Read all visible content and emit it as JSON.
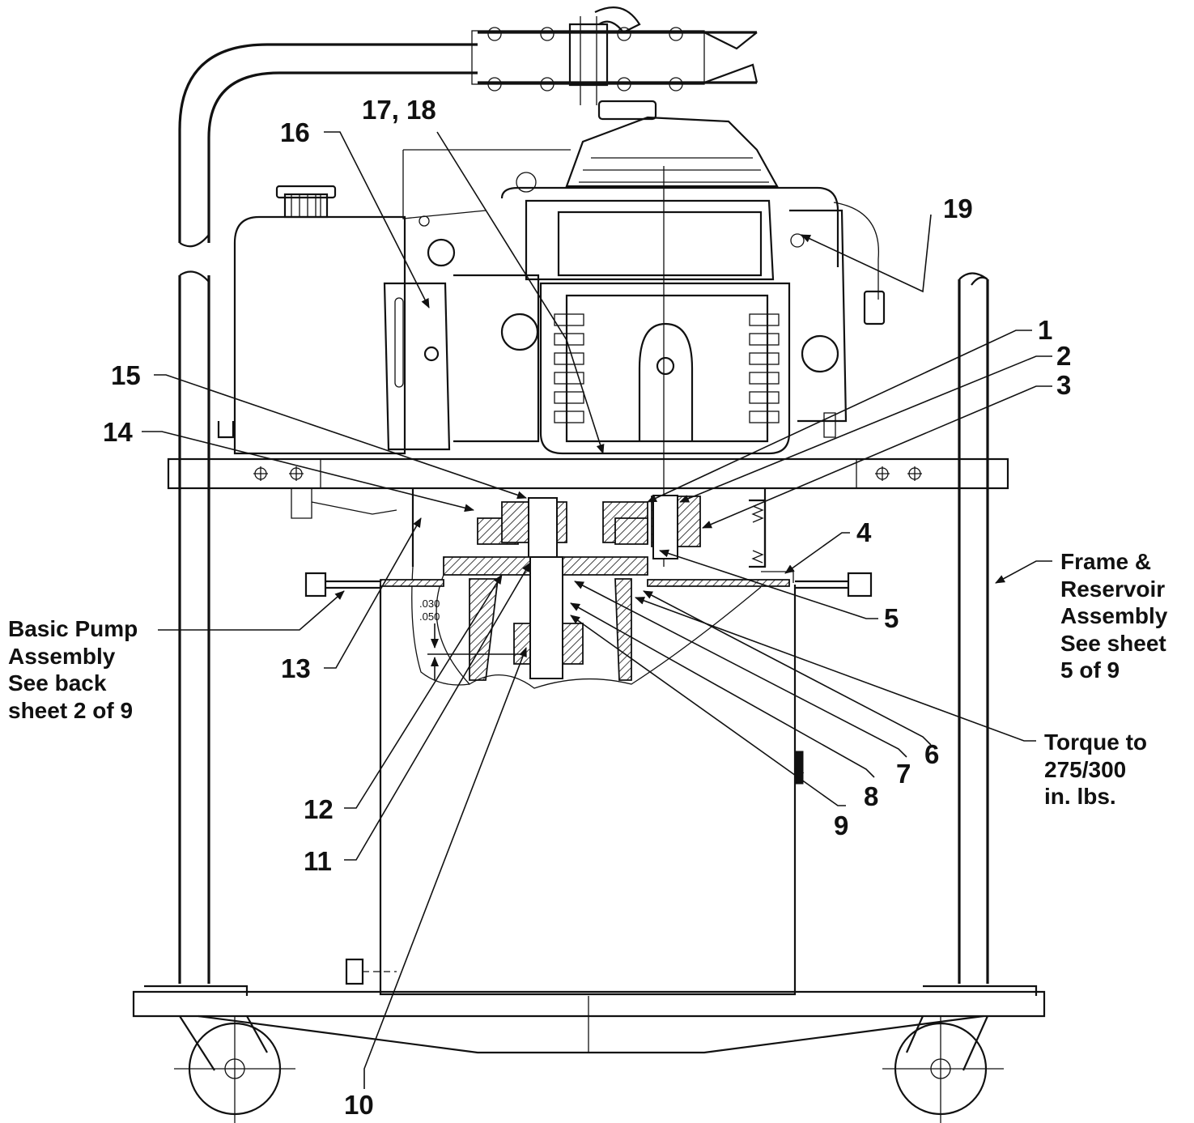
{
  "callouts": [
    {
      "id": "1",
      "text": "1"
    },
    {
      "id": "2",
      "text": "2"
    },
    {
      "id": "3",
      "text": "3"
    },
    {
      "id": "4",
      "text": "4"
    },
    {
      "id": "5",
      "text": "5"
    },
    {
      "id": "6",
      "text": "6"
    },
    {
      "id": "7",
      "text": "7"
    },
    {
      "id": "8",
      "text": "8"
    },
    {
      "id": "9",
      "text": "9"
    },
    {
      "id": "10",
      "text": "10"
    },
    {
      "id": "11",
      "text": "11"
    },
    {
      "id": "12",
      "text": "12"
    },
    {
      "id": "13",
      "text": "13"
    },
    {
      "id": "14",
      "text": "14"
    },
    {
      "id": "15",
      "text": "15"
    },
    {
      "id": "16",
      "text": "16"
    },
    {
      "id": "17_18",
      "text": "17, 18"
    },
    {
      "id": "19",
      "text": "19"
    }
  ],
  "notes": {
    "basic_pump": "Basic Pump\nAssembly\nSee back\nsheet 2 of 9",
    "frame_reservoir": "Frame &\nReservoir\nAssembly\nSee sheet\n5 of 9",
    "torque": "Torque to\n275/300\nin. lbs."
  },
  "dimension": {
    "upper": ".030",
    "lower": ".050"
  }
}
